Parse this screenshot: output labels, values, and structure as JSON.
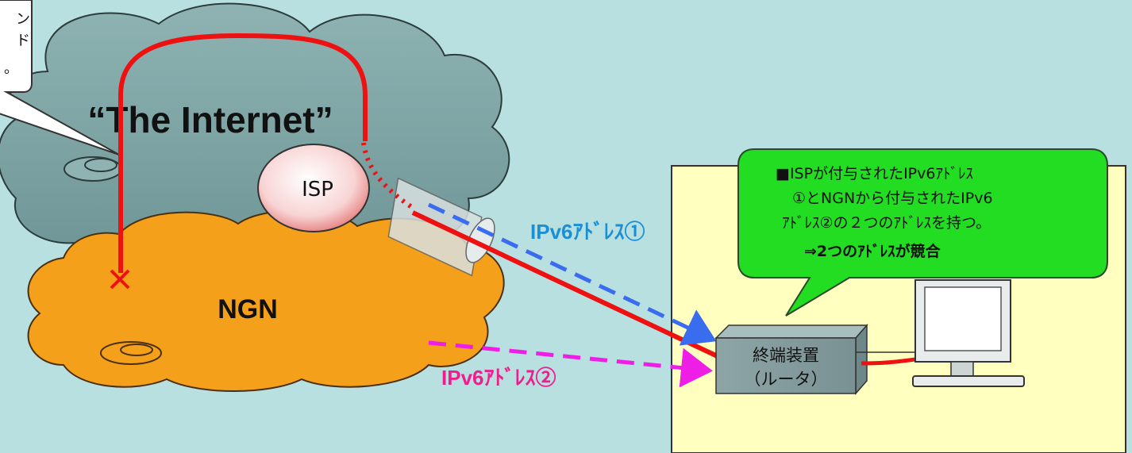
{
  "left_callout": {
    "lines": [
      "ン",
      "ド",
      "。"
    ]
  },
  "internet": {
    "label": "“The Internet”"
  },
  "isp": {
    "label": "ISP"
  },
  "ngn": {
    "label": "NGN"
  },
  "address1": {
    "label": "IPv6ｱﾄﾞﾚｽ①",
    "color": "#1a8fd6",
    "arrow_color": "#3a6cf0"
  },
  "address2": {
    "label": "IPv6ｱﾄﾞﾚｽ②",
    "color": "#ee1e8c",
    "arrow_color": "#ee1ee6"
  },
  "callout": {
    "line1": "■ISPが付与されたIPv6ｱﾄﾞﾚｽ",
    "line2": "①とNGNから付与されたIPv6",
    "line3": "ｱﾄﾞﾚｽ②の２つのｱﾄﾞﾚｽを持つ。",
    "line4": "⇒2つのｱﾄﾞﾚｽが競合",
    "fill": "#22dd22"
  },
  "device": {
    "line1": "終端装置",
    "line2": "（ルータ）"
  },
  "icons": {
    "cross": "cross-mark-icon",
    "pc": "computer-monitor-icon",
    "pipe": "pipe-tunnel-icon"
  },
  "colors": {
    "background": "#b9e0e1",
    "internet_cloud": "#7aa3a4",
    "ngn_cloud": "#f5a01a",
    "home_area": "#ffffc0",
    "path": "#ee1111"
  }
}
